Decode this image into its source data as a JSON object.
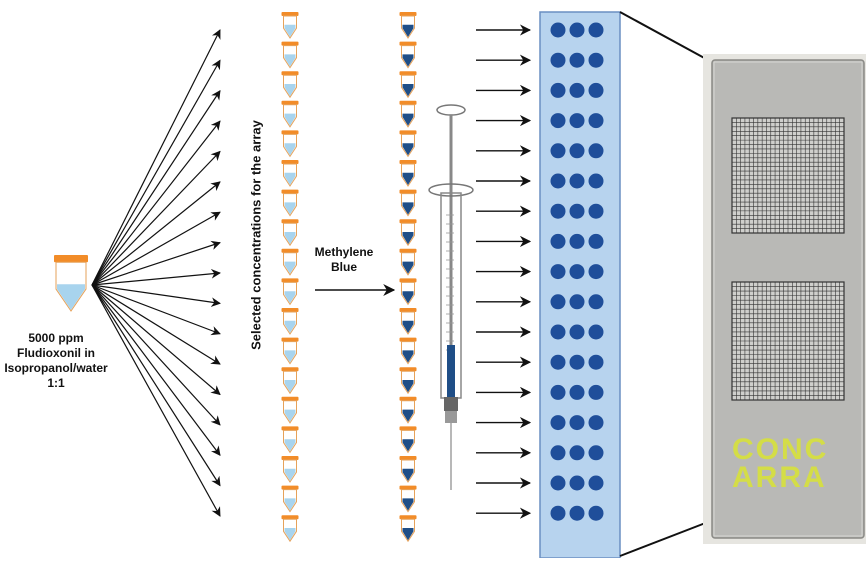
{
  "source_label": [
    "5000 ppm",
    "Fludioxonil in",
    "Isopropanol/water",
    "1:1"
  ],
  "vertical_label": "Selected concentrations for the array",
  "reagent_label": [
    "Methylene",
    "Blue"
  ],
  "photo_handwriting": [
    "CONC",
    "ARRA"
  ],
  "tube_rows": 18,
  "array_rows": 17,
  "spots_per_row": 3,
  "colors": {
    "tube_cap": "#f28c28",
    "tube_liquid_light": "#a8d4ee",
    "tube_liquid_dark": "#1f4e87",
    "spot": "#1f4e9a",
    "array_fill": "#b7d3ee",
    "array_border": "#6a8fc2",
    "arrow": "#111111",
    "photo_bg": "#b9b9b6",
    "grid": "#333333"
  }
}
